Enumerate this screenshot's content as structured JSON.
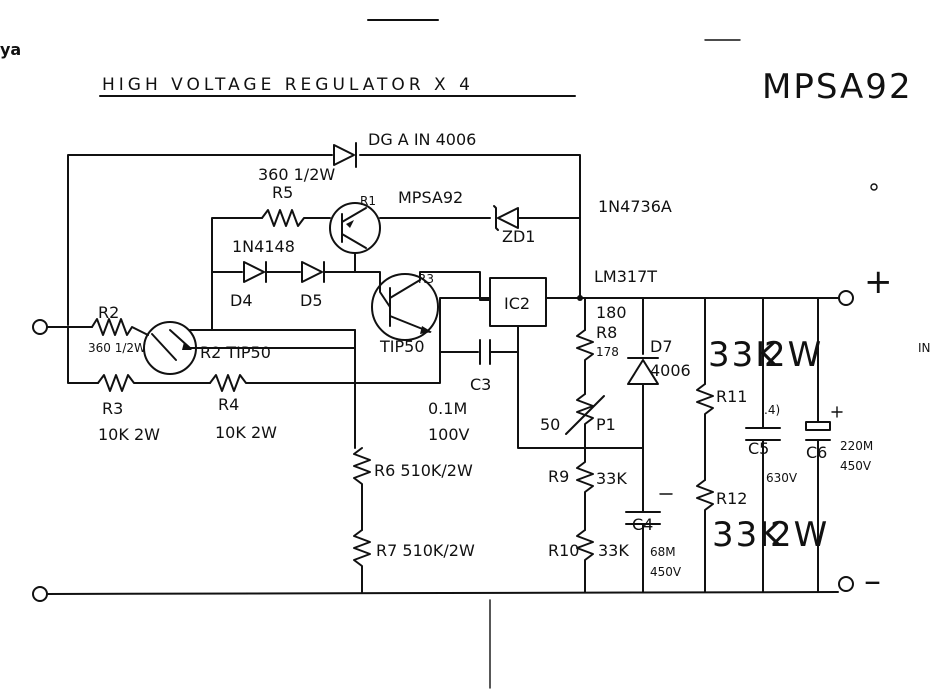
{
  "header": {
    "mark": "ya",
    "title": "HIGH VOLTAGE REGULATOR X 4",
    "part_note": "MPSA92"
  },
  "labels": {
    "dg": "DG A IN 4006",
    "r5_value": "360 1/2W",
    "r5": "R5",
    "q1": "R1",
    "q1_part": "MPSA92",
    "zd1_part": "1N4736A",
    "zd1": "ZD1",
    "d4_d5_part": "1N4148",
    "d4": "D4",
    "d5": "D5",
    "q3": "R3",
    "q3_part": "TIP50",
    "ic2": "IC2",
    "ic2_part": "LM317T",
    "r2": "R2",
    "r2_value": "360 1/2W",
    "q2": "R2 TIP50",
    "r3": "R3",
    "r3_value": "10K 2W",
    "r4": "R4",
    "r4_value": "10K 2W",
    "c3": "C3",
    "c3_value1": "0.1M",
    "c3_value2": "100V",
    "r6": "R6 510K/2W",
    "r7": "R7 510K/2W",
    "r8_top": "180",
    "r8": "R8",
    "r8_value": "178",
    "d7": "D7",
    "d7_part": "4006",
    "p1_value": "50",
    "p1": "P1",
    "r9": "R9",
    "r9_value": "33K",
    "r10": "R10",
    "r10_value": "33K",
    "c4": "C4",
    "c4_value1": "68M",
    "c4_value2": "450V",
    "r11": "R11",
    "r11_value": "33K",
    "r11_power": "2W",
    "r12": "R12",
    "r12_value": "33K",
    "r12_power": "2W",
    "c5": "C5",
    "c5_top": ".4)",
    "c5_value": "630V",
    "c6": "C6",
    "c6_value1": "220M",
    "c6_value2": "450V",
    "plus": "+",
    "minus": "–",
    "side_mark": "IN"
  }
}
